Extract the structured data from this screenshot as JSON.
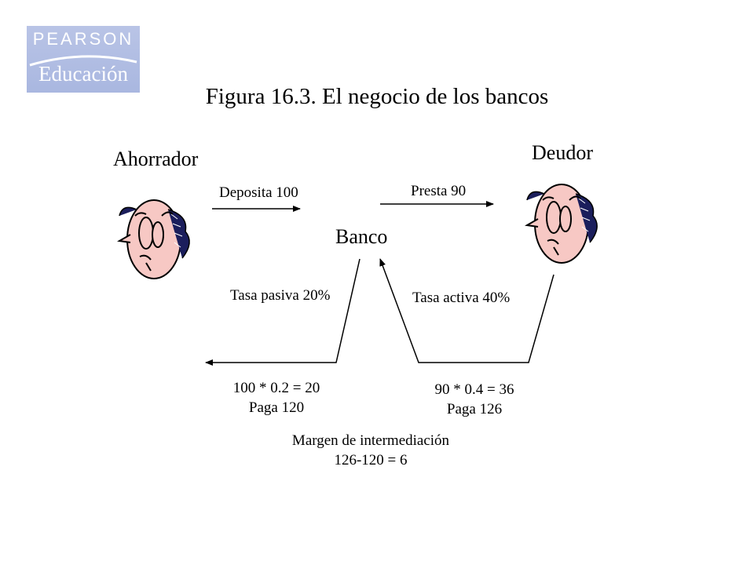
{
  "logo": {
    "top_text": "PEARSON",
    "bottom_text": "Educación"
  },
  "title": "Figura 16.3. El negocio de los bancos",
  "actors": {
    "saver": "Ahorrador",
    "debtor": "Deudor",
    "bank": "Banco"
  },
  "arrows": {
    "deposit": "Deposita 100",
    "loan": "Presta 90",
    "passive_rate": "Tasa pasiva 20%",
    "active_rate": "Tasa activa 40%"
  },
  "calculations": {
    "saver_line1": "100 * 0.2 = 20",
    "saver_line2": "Paga 120",
    "debtor_line1": "90 * 0.4 = 36",
    "debtor_line2": "Paga 126"
  },
  "margin": {
    "line1": "Margen de intermediación",
    "line2": "126-120 = 6"
  },
  "icons": {
    "saver_face": "worried-face-icon",
    "debtor_face": "worried-face-icon"
  },
  "colors": {
    "logo_bg": "#b2bfe5",
    "face_skin": "#f7c8c4",
    "hair": "#1b1e5c"
  }
}
